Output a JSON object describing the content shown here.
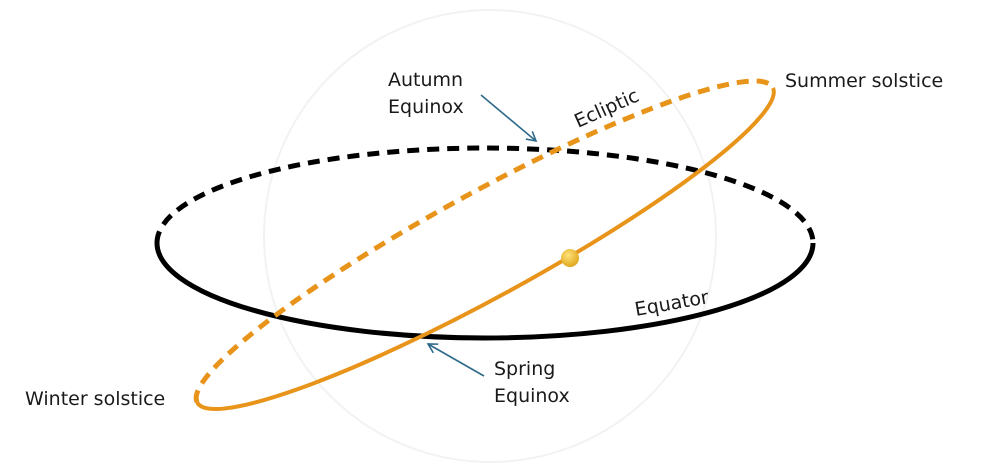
{
  "labels": {
    "autumn_line1": "Autumn",
    "autumn_line2": "Equinox",
    "spring_line1": "Spring",
    "spring_line2": "Equinox",
    "summer": "Summer solstice",
    "winter": "Winter solstice",
    "ecliptic": "Ecliptic",
    "equator": "Equator"
  },
  "colors": {
    "ecliptic": "#E8941A",
    "equator": "#000000",
    "arrow": "#2E6A8A",
    "sun": "#F2C230"
  }
}
